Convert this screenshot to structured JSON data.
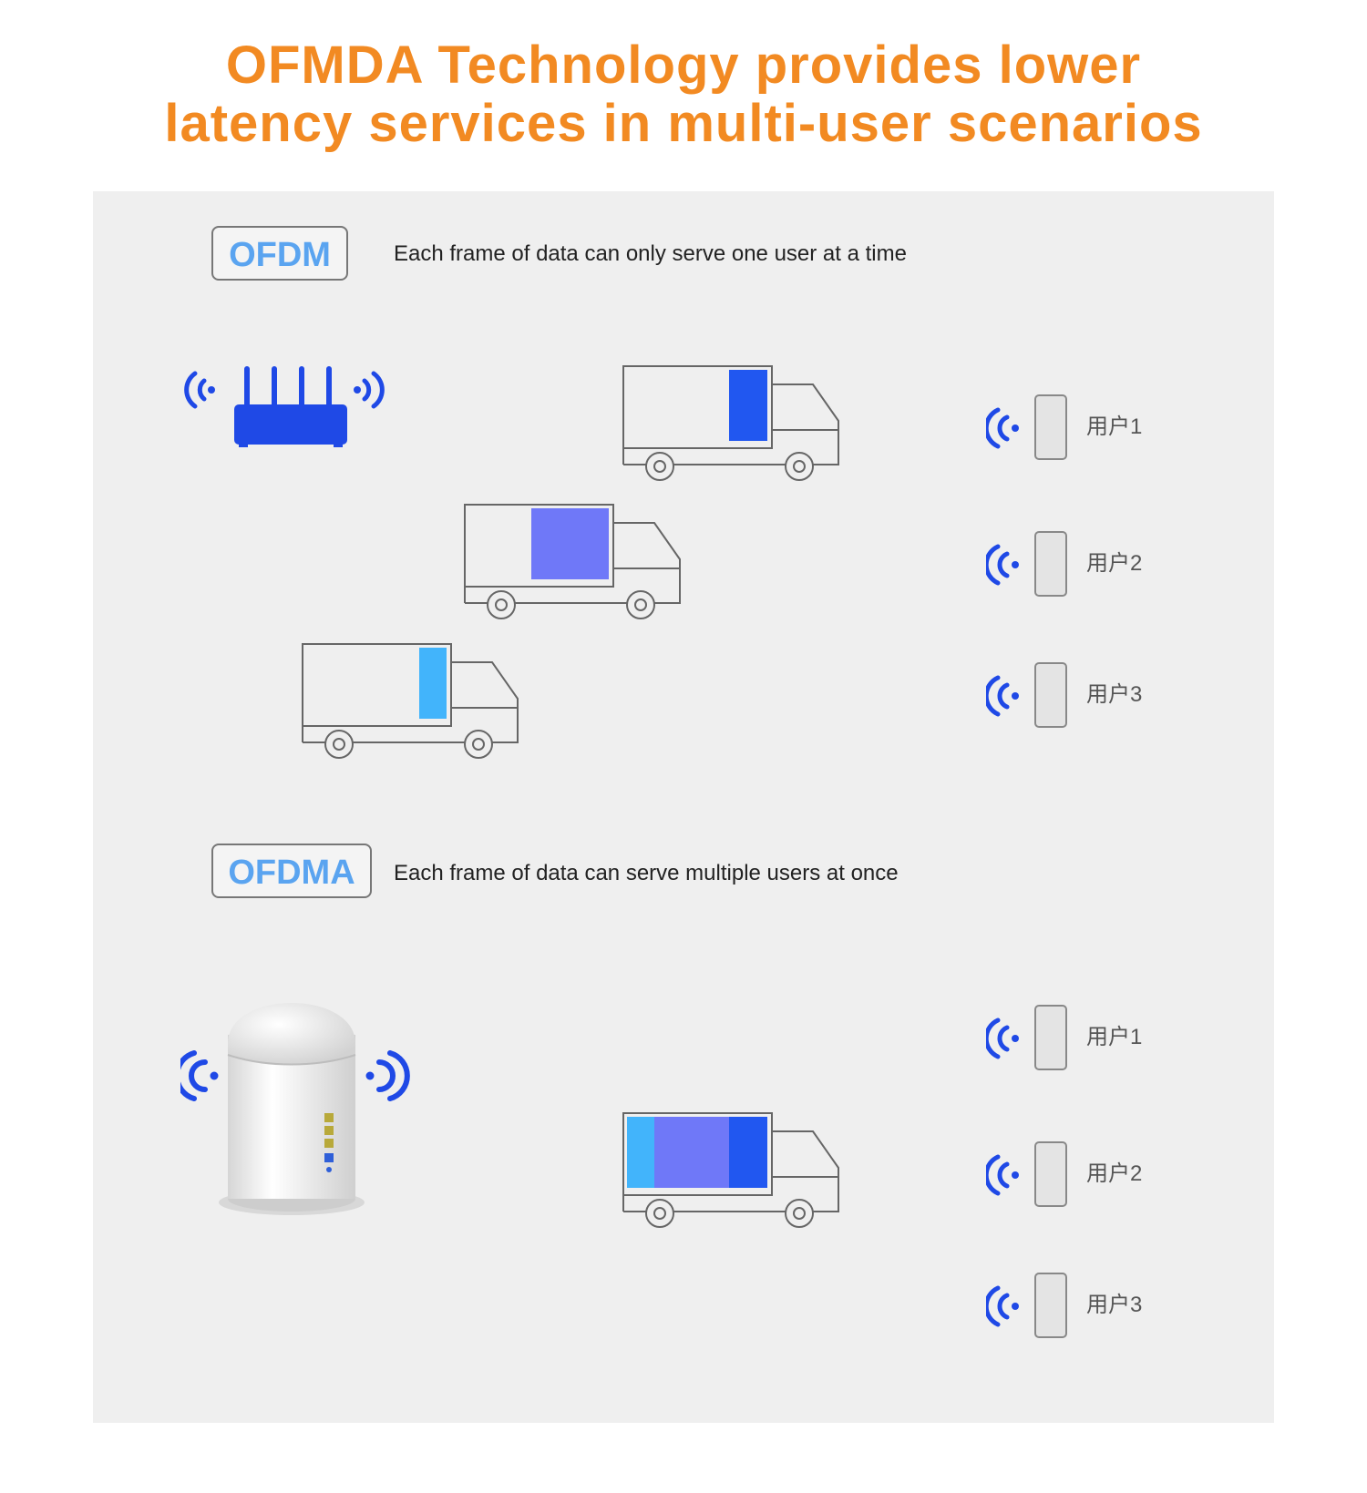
{
  "title": {
    "line1": "OFMDA Technology provides lower",
    "line2": "latency services in multi-user scenarios"
  },
  "ofdm": {
    "badge": "OFDM",
    "caption": "Each frame of data can only serve one user at a time",
    "users": [
      "用户1",
      "用户2",
      "用户3"
    ]
  },
  "ofdma": {
    "badge": "OFDMA",
    "caption": "Each frame of data can serve multiple users at once",
    "users": [
      "用户1",
      "用户2",
      "用户3"
    ]
  },
  "colors": {
    "title": "#f28a22",
    "badge_text": "#5aa4f0",
    "signal": "#1f49e6",
    "user1_cargo": "#2157f0",
    "user2_cargo": "#6f78f8",
    "user3_cargo": "#42b4fb"
  },
  "icons": [
    "router-icon",
    "tower-router-icon",
    "truck-icon",
    "phone-icon",
    "wifi-signal-icon"
  ]
}
